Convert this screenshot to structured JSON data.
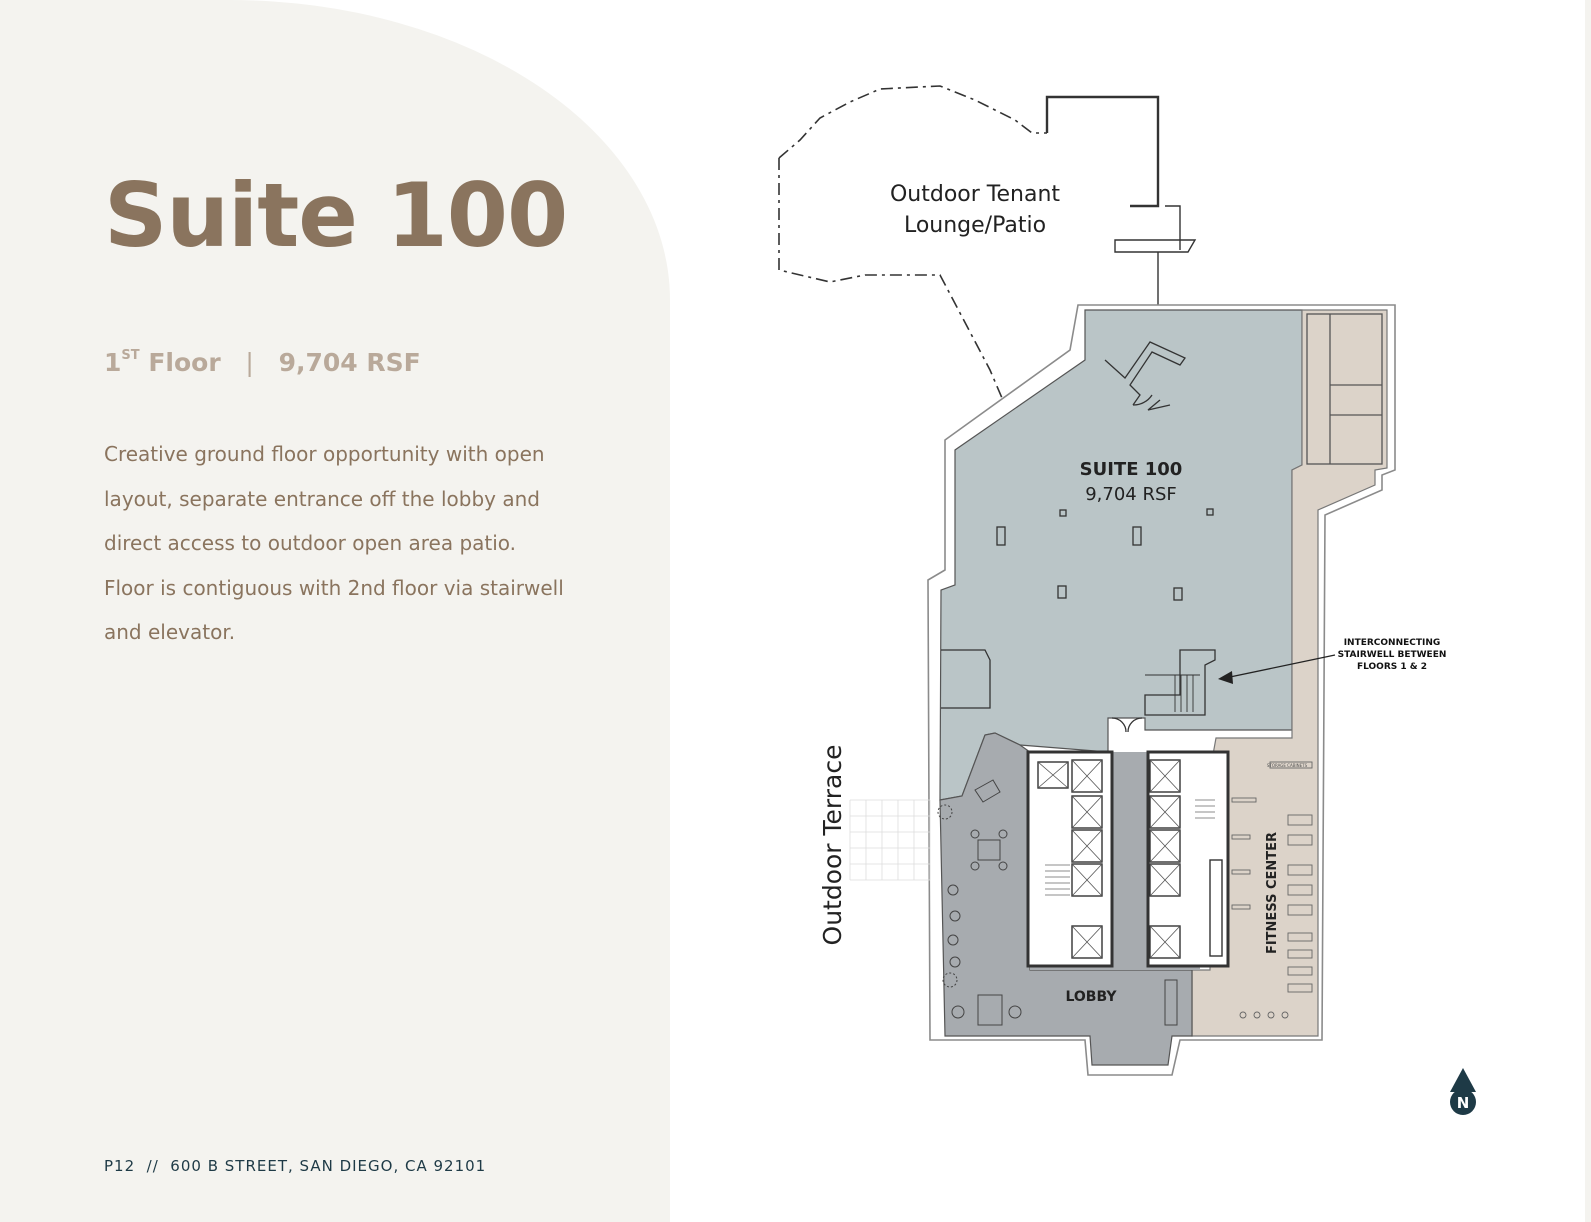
{
  "page": {
    "title": "Suite 100",
    "floor": {
      "number": "1",
      "suffix": "ST",
      "word": "Floor",
      "separator": "|",
      "area": "9,704 RSF"
    },
    "description": "Creative ground floor opportunity with open layout, separate entrance off the lobby and direct access to outdoor open area patio. Floor is contiguous with 2nd floor via stairwell and elevator.",
    "footer": "P12  //  600 B STREET, SAN DIEGO, CA 92101"
  },
  "plan": {
    "patio_label_1": "Outdoor Tenant",
    "patio_label_2": "Lounge/Patio",
    "suite_name": "SUITE 100",
    "suite_area": "9,704 RSF",
    "stair_note_1": "INTERCONNECTING",
    "stair_note_2": "STAIRWELL BETWEEN",
    "stair_note_3": "FLOORS 1 & 2",
    "terrace_label": "Outdoor Terrace",
    "fitness_label": "FITNESS CENTER",
    "lobby_label": "LOBBY",
    "storage_label": "STORAGE CABINETS",
    "compass_label": "N"
  },
  "colors": {
    "panel_bg": "#f4f3ef",
    "title": "#8a745e",
    "subtitle": "#b9a99a",
    "footer_text": "#1e3a46",
    "suite_fill": "#bac5c7",
    "lobby_fill": "#a7abaf",
    "fitness_fill": "#dcd3c9",
    "compass": "#1e3a46"
  }
}
